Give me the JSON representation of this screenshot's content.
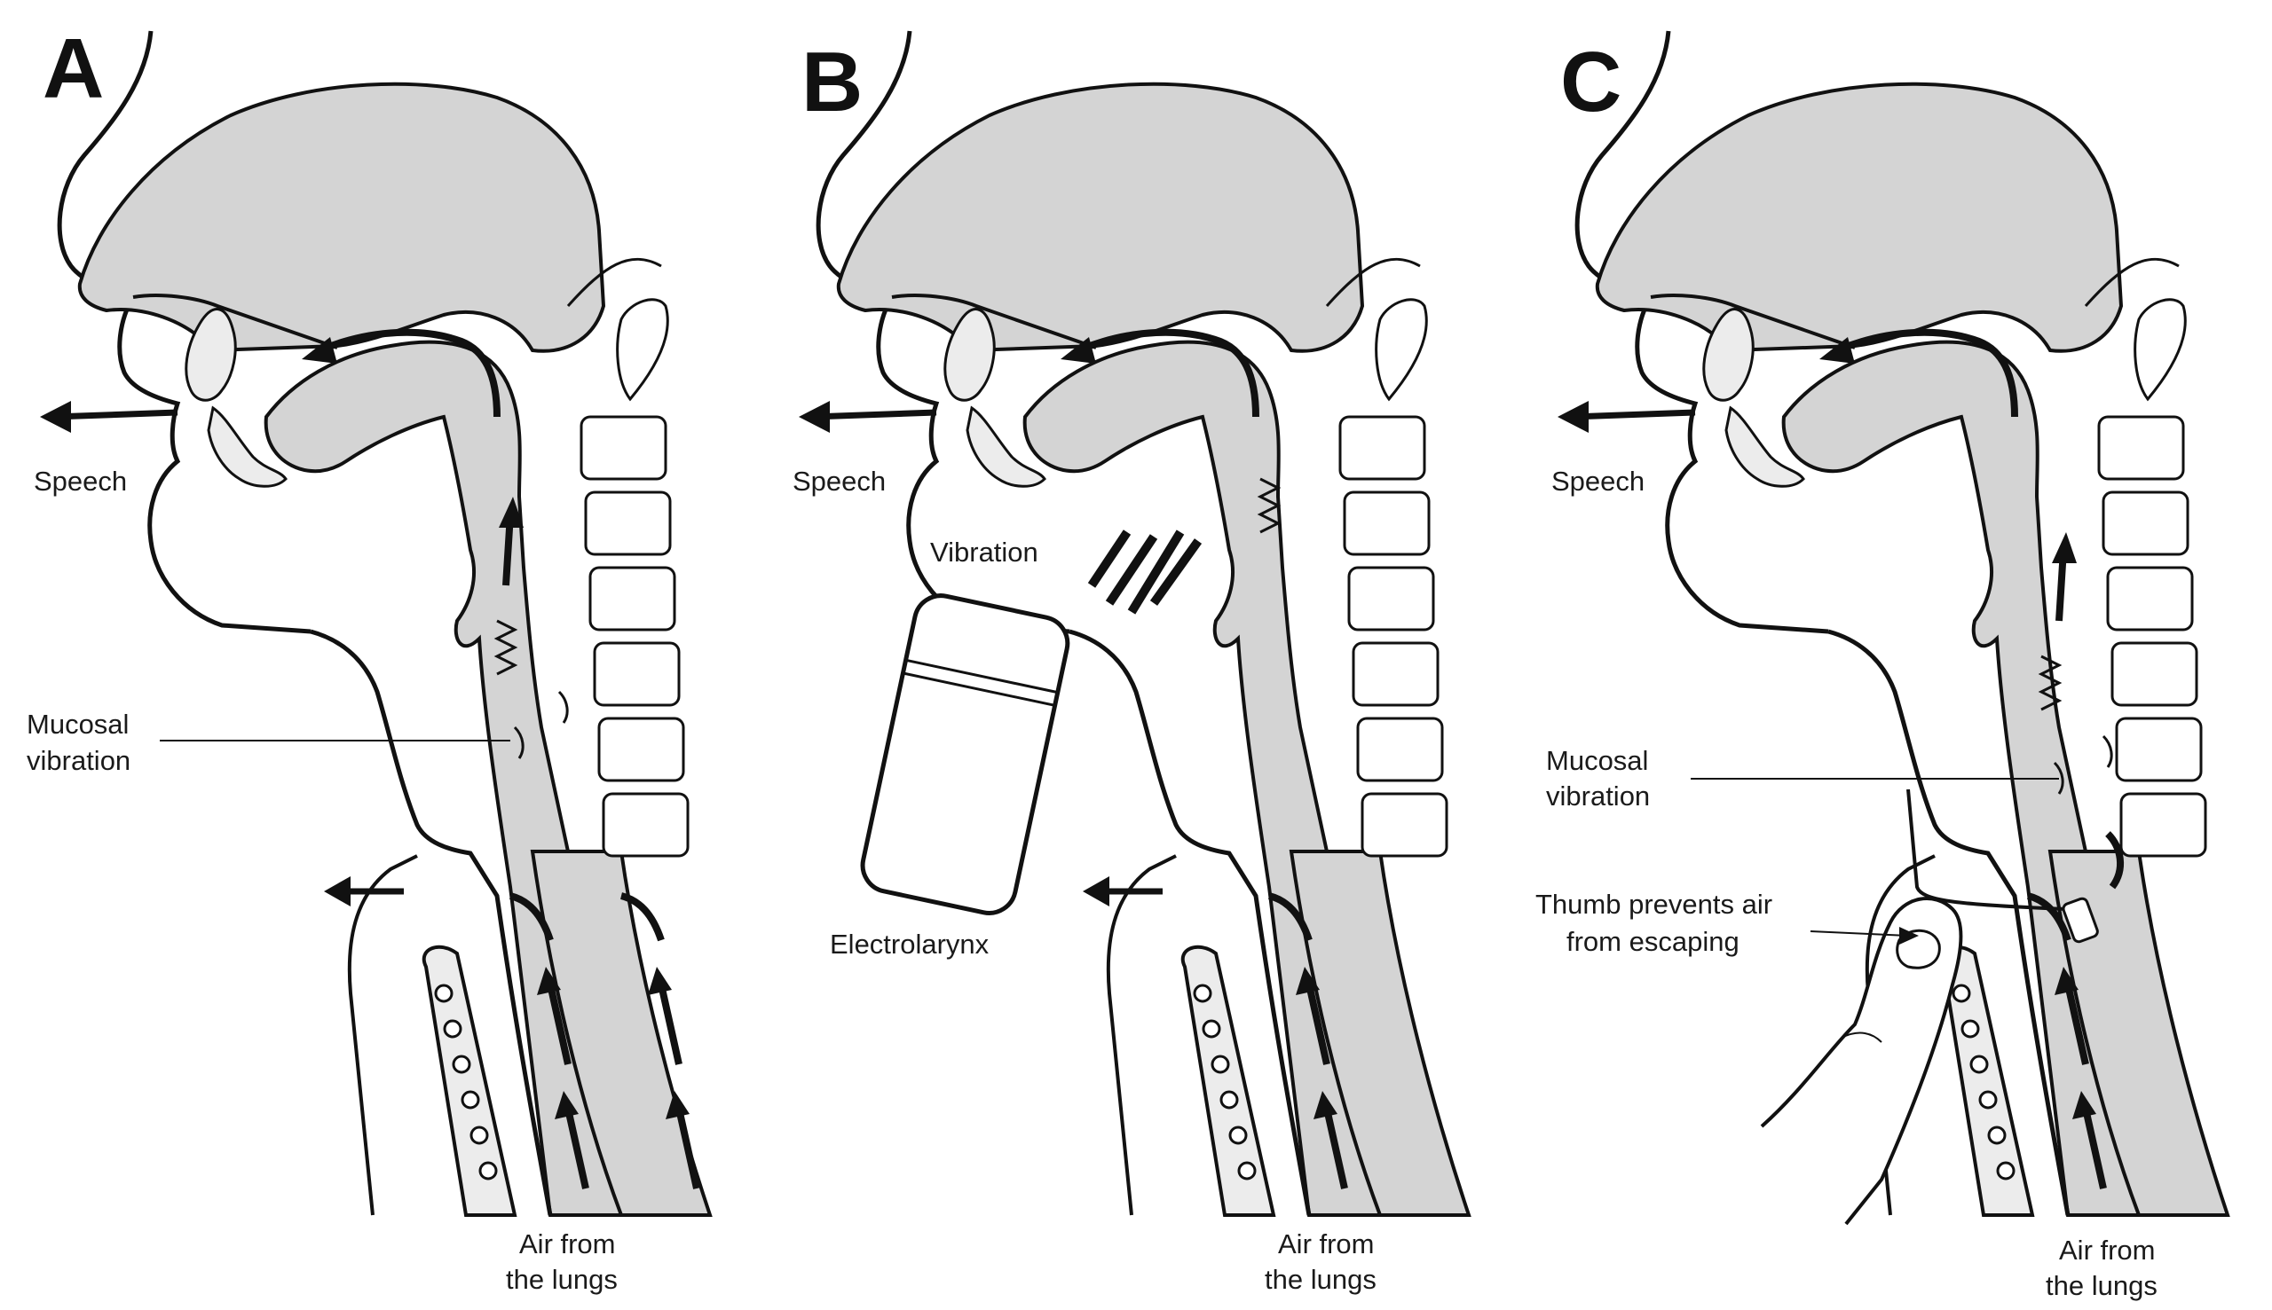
{
  "panels": [
    {
      "letter": "A",
      "speech": "Speech",
      "mucosal": [
        "Mucosal",
        "vibration"
      ],
      "air": [
        "Air from",
        "the lungs"
      ]
    },
    {
      "letter": "B",
      "speech": "Speech",
      "vibration": "Vibration",
      "device": "Electrolarynx",
      "air": [
        "Air from",
        "the lungs"
      ]
    },
    {
      "letter": "C",
      "speech": "Speech",
      "mucosal": [
        "Mucosal",
        "vibration"
      ],
      "thumb": [
        "Thumb prevents air",
        "from escaping"
      ],
      "air": [
        "Air from",
        "the lungs"
      ]
    }
  ],
  "colors": {
    "tissue": "#d4d4d4",
    "line": "#111111",
    "background": "#ffffff"
  }
}
